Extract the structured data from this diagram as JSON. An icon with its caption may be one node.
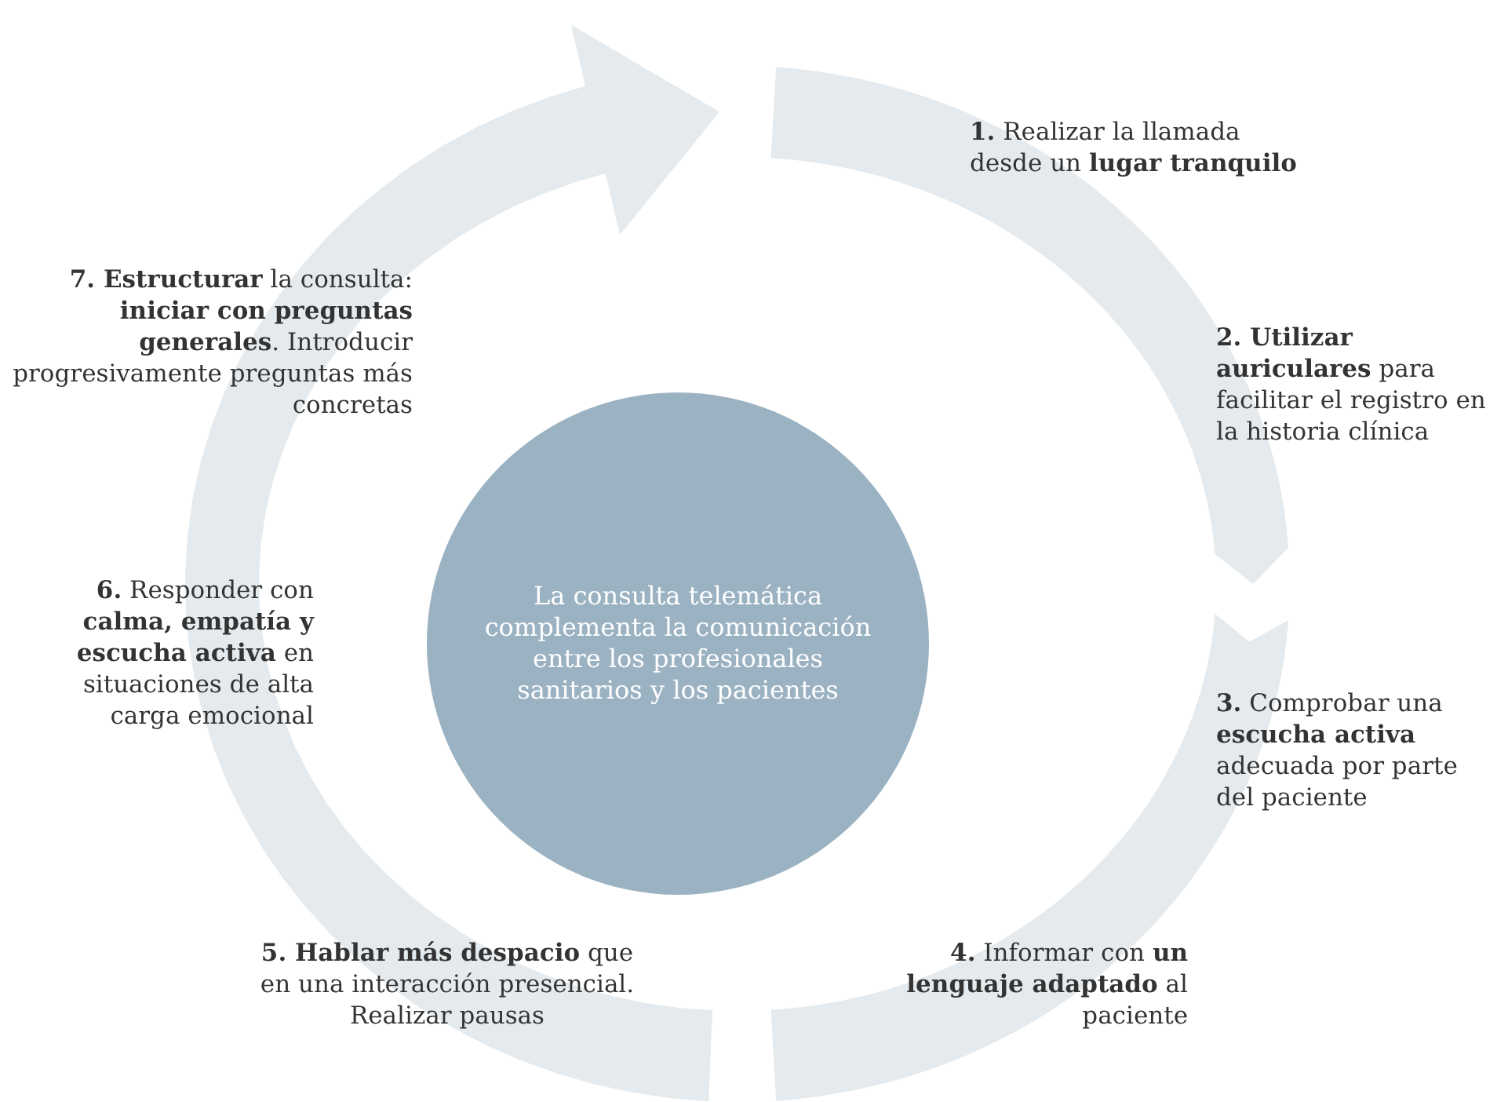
{
  "diagram": {
    "nodes": [
      {
        "text": [
          "La consulta telemática complementa la comunicación entre los profesionales sanitarios y los pacientes"
        ]
      },
      {
        "text": [
          "**1.** Realizar la llamada desde un **lugar tranquilo**"
        ]
      },
      {
        "text": [
          "**2. Utilizar auriculares** para facilitar el registro en la historia clínica"
        ]
      },
      {
        "text": [
          "**3.** Comprobar una **escucha activa** adecuada por parte del paciente"
        ]
      },
      {
        "text": [
          "**4.** Informar con **un lenguaje adaptado** al paciente"
        ]
      },
      {
        "text": [
          "**5. Hablar más despacio** que en una interacción presencial. Realizar pausas"
        ]
      },
      {
        "text": [
          "**6.** Responder con **calma, empatía y escucha activa** en situaciones de alta carga emocional"
        ]
      },
      {
        "text": [
          "**7. Estructurar** la consulta: **iniciar con preguntas generales**. Introducir progresivamente preguntas más concretas"
        ]
      }
    ]
  }
}
